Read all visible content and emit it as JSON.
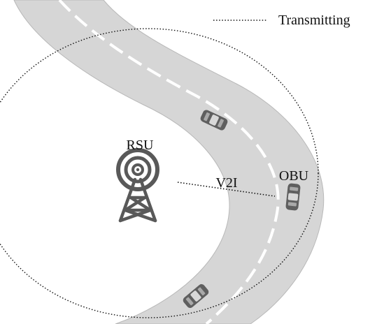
{
  "legend": {
    "label": "Transmitting",
    "line_style": "dotted"
  },
  "labels": {
    "rsu": "RSU",
    "obu": "OBU",
    "link": "V2I"
  },
  "icons": {
    "tower": "radio-tower-icon",
    "car": "car-icon"
  },
  "colors": {
    "road": "#d6d6d6",
    "road_edge": "#b8b8b8",
    "lane_marking": "#ffffff",
    "tower": "#595959",
    "car": "#5f5f5f",
    "text": "#111111"
  }
}
